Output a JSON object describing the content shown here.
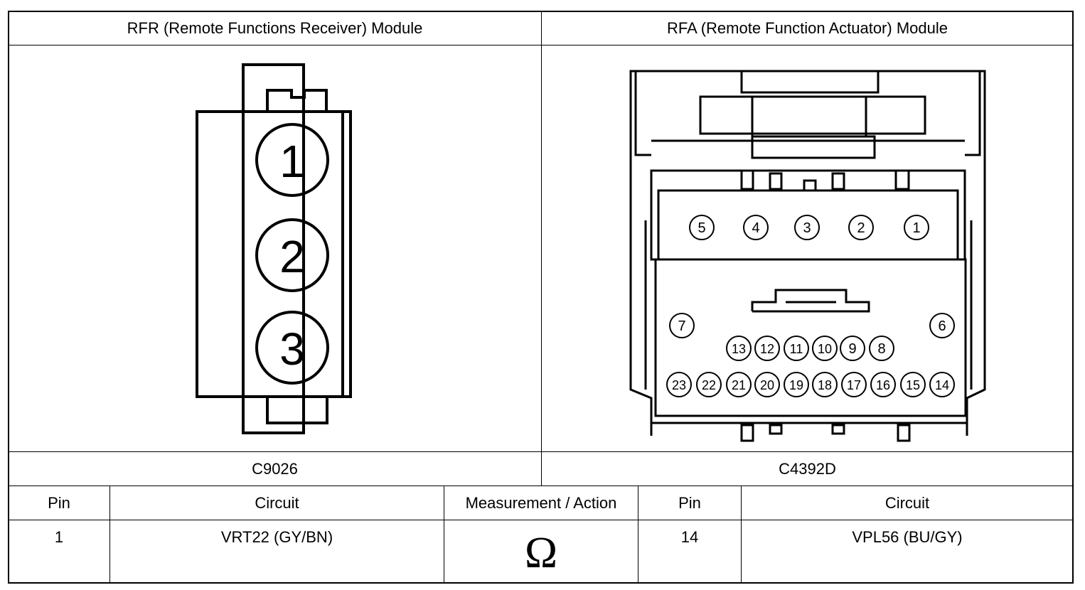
{
  "headers": {
    "rfr_module": "RFR (Remote Functions Receiver) Module",
    "rfa_module": "RFA (Remote Function Actuator) Module"
  },
  "connectors": {
    "left_id": "C9026",
    "right_id": "C4392D",
    "left_pins": [
      "1",
      "2",
      "3"
    ],
    "right_pins_top": [
      "5",
      "4",
      "3",
      "2",
      "1"
    ],
    "right_pins_side": [
      "7",
      "6"
    ],
    "right_pins_mid": [
      "13",
      "12",
      "11",
      "10",
      "9",
      "8"
    ],
    "right_pins_bottom": [
      "23",
      "22",
      "21",
      "20",
      "19",
      "18",
      "17",
      "16",
      "15",
      "14"
    ]
  },
  "table": {
    "columns": [
      "Pin",
      "Circuit",
      "Measurement / Action",
      "Pin",
      "Circuit"
    ],
    "row": {
      "pin_left": "1",
      "circuit_left": "VRT22 (GY/BN)",
      "measurement_symbol": "Ω",
      "pin_right": "14",
      "circuit_right": "VPL56 (BU/GY)"
    }
  }
}
